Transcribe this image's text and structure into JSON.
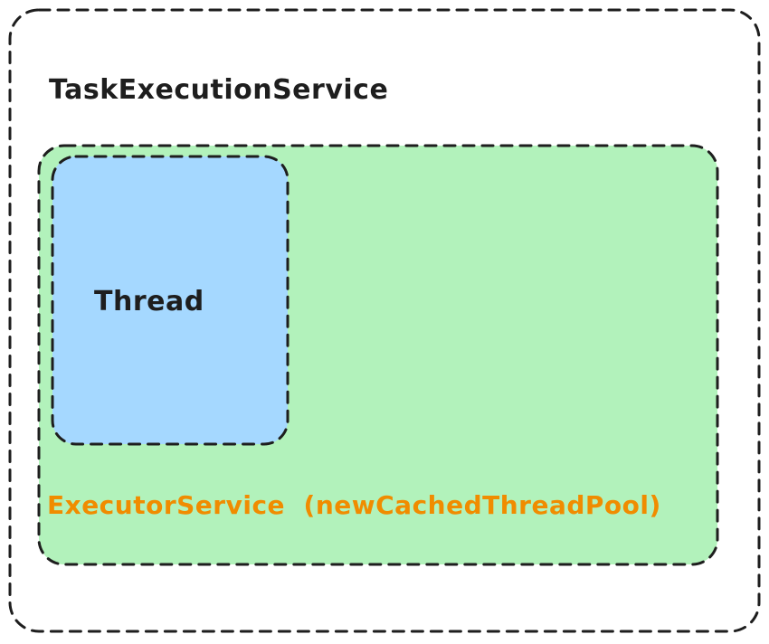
{
  "diagram": {
    "title": "TaskExecutionService",
    "thread_label": "Thread",
    "executor_label": "ExecutorService  (newCachedThreadPool)"
  },
  "colors": {
    "background": "#ffffff",
    "stroke": "#1e1e1e",
    "executor_box_fill": "#b2f2bb",
    "thread_box_fill": "#a5d8ff",
    "executor_label_color": "#f08c00",
    "title_color": "#1e1e1e"
  }
}
